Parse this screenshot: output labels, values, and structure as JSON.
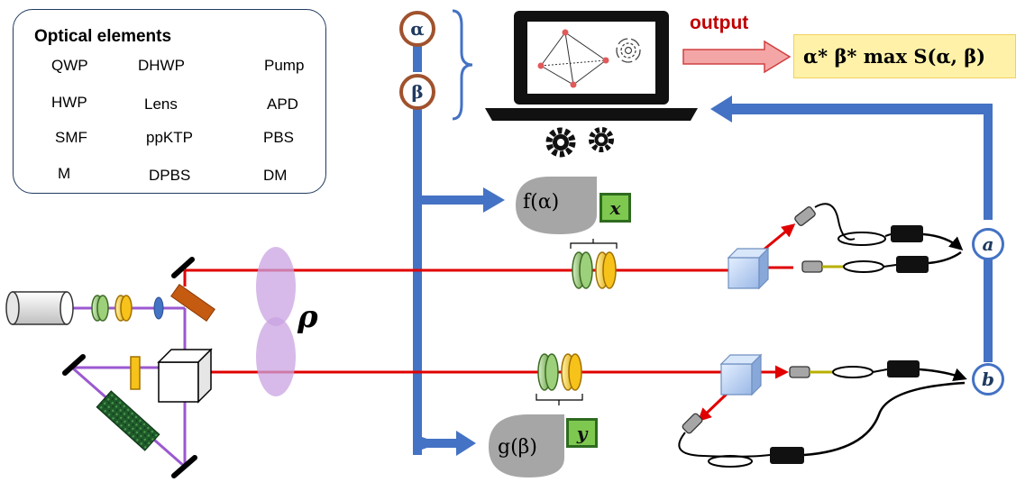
{
  "legend": {
    "title": "Optical elements",
    "items": {
      "qwp": "QWP",
      "dhwp": "DHWP",
      "pump": "Pump",
      "hwp": "HWP",
      "lens": "Lens",
      "apd": "APD",
      "smf": "SMF",
      "ppktp": "ppKTP",
      "pbs": "PBS",
      "m": "M",
      "dpbs": "DPBS",
      "dm": "DM"
    }
  },
  "params": {
    "alpha": "α",
    "beta": "β"
  },
  "output": {
    "label": "output",
    "result": "α* β* max S(α, β)"
  },
  "functions": {
    "f": "f(α)",
    "g": "g(β)"
  },
  "variables": {
    "x": "x",
    "y": "y"
  },
  "state_label": "ρ",
  "detectors": {
    "a": "a",
    "b": "b"
  },
  "colors": {
    "laser": "#e00000",
    "pump": "#9b59d0",
    "feedback": "#4472c4",
    "param_ring": "#a0522d",
    "highlight": "#fff2a8"
  }
}
